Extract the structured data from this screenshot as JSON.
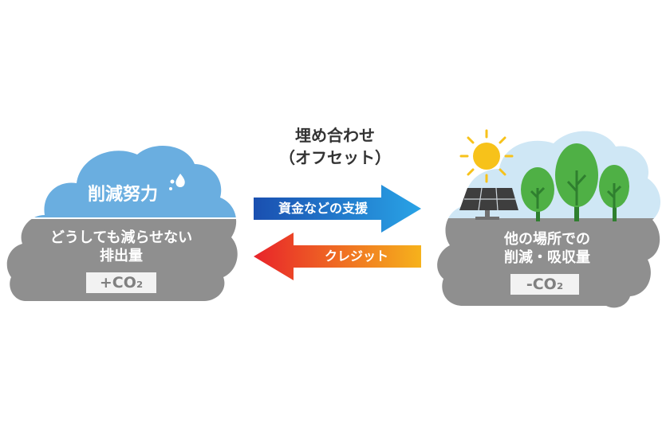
{
  "left_cloud": {
    "top_label": "削減努力",
    "bottom_label_line1": "どうしても減らせない",
    "bottom_label_line2": "排出量",
    "tag": "+CO₂"
  },
  "center": {
    "title_line1": "埋め合わせ",
    "title_line2": "（オフセット）",
    "arrow_right_label": "資金などの支援",
    "arrow_left_label": "クレジット"
  },
  "right_cloud": {
    "bottom_label_line1": "他の場所での",
    "bottom_label_line2": "削減・吸収量",
    "tag": "-CO₂"
  },
  "colors": {
    "cloud_blue": "#6aaee0",
    "cloud_gray": "#8f8f8f",
    "sky_light": "#cfe7f5",
    "sun": "#f7c21a",
    "tree_green": "#4fb045",
    "trunk_green": "#2f7f2f",
    "arrow_blue_start": "#1a4fb0",
    "arrow_blue_end": "#29a3e6",
    "arrow_red_start": "#e8232a",
    "arrow_red_end": "#f6b21c"
  }
}
